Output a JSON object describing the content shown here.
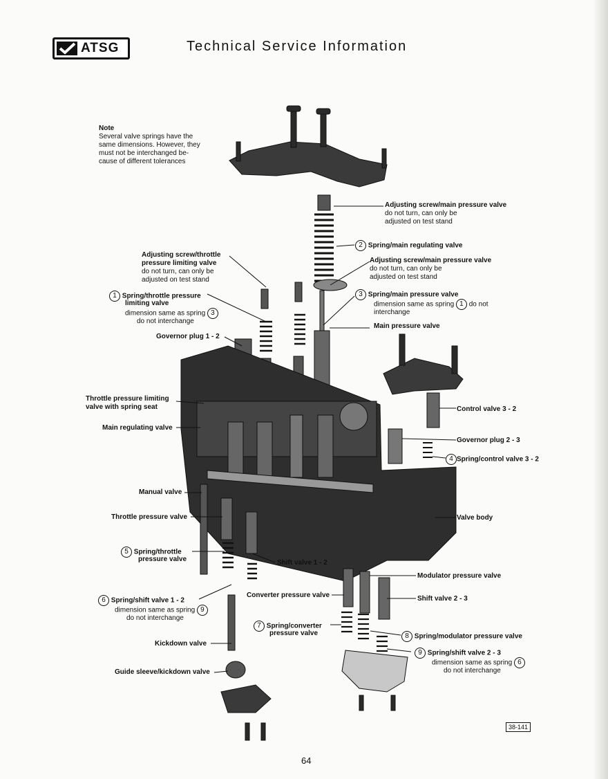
{
  "header": {
    "logo_text": "ATSG",
    "title": "Technical Service Information"
  },
  "note": {
    "heading": "Note",
    "lines": [
      "Several valve springs have the",
      "same dimensions. However, they",
      "must not be interchanged be-",
      "cause of different tolerances"
    ]
  },
  "labels": {
    "adj_screw_main_top": {
      "title": "Adjusting screw/main pressure valve",
      "line1": "do not turn, can only be",
      "line2": "adjusted on test stand"
    },
    "spring_main_reg": {
      "num": "2",
      "title": "Spring/main regulating valve"
    },
    "adj_screw_main_2": {
      "title": "Adjusting screw/main pressure valve",
      "line1": "do not turn, can only be",
      "line2": "adjusted on test stand"
    },
    "spring_main_pressure": {
      "num": "3",
      "title": "Spring/main pressure valve",
      "line1a": "dimension same as spring",
      "ref": "1",
      "line1b": "do not",
      "line2": "interchange"
    },
    "main_pressure_valve": {
      "title": "Main pressure valve"
    },
    "adj_screw_throttle": {
      "title1": "Adjusting screw/throttle",
      "title2": "pressure limiting valve",
      "line1": "do not turn, can only be",
      "line2": "adjusted on test stand"
    },
    "spring_throttle_limit": {
      "num": "1",
      "title1": "Spring/throttle pressure",
      "title2": "limiting valve",
      "line1": "dimension same as spring",
      "ref": "3",
      "line2": "do not interchange"
    },
    "governor_plug_12": {
      "title": "Governor plug 1 - 2"
    },
    "throttle_limit_valve": {
      "title1": "Throttle pressure limiting",
      "title2": "valve with spring seat"
    },
    "main_reg_valve": {
      "title": "Main regulating valve"
    },
    "control_valve_32": {
      "title": "Control valve 3 - 2"
    },
    "governor_plug_23": {
      "title": "Governor plug 2 - 3"
    },
    "spring_control_32": {
      "num": "4",
      "title": "Spring/control valve 3 - 2"
    },
    "manual_valve": {
      "title": "Manual valve"
    },
    "throttle_pressure_valve": {
      "title": "Throttle pressure valve"
    },
    "valve_body": {
      "title": "Valve body"
    },
    "spring_throttle_pv": {
      "num": "5",
      "title1": "Spring/throttle",
      "title2": "pressure valve"
    },
    "shift_valve_12": {
      "title": "Shift valve 1 - 2"
    },
    "modulator_pv": {
      "title": "Modulator pressure valve"
    },
    "spring_shift_12": {
      "num": "6",
      "title": "Spring/shift valve 1 - 2",
      "line1": "dimension same as spring",
      "ref": "9",
      "line2": "do not interchange"
    },
    "converter_pv": {
      "title": "Converter pressure valve"
    },
    "shift_valve_23": {
      "title": "Shift valve 2 - 3"
    },
    "spring_converter": {
      "num": "7",
      "title1": "Spring/converter",
      "title2": "pressure valve"
    },
    "spring_modulator": {
      "num": "8",
      "title": "Spring/modulator pressure valve"
    },
    "kickdown_valve": {
      "title": "Kickdown valve"
    },
    "spring_shift_23": {
      "num": "9",
      "title": "Spring/shift valve 2 - 3",
      "line1": "dimension same as spring",
      "ref": "6",
      "line2": "do not interchange"
    },
    "guide_sleeve": {
      "title": "Guide sleeve/kickdown valve"
    }
  },
  "figure_ref": "38-141",
  "page_number": "64"
}
